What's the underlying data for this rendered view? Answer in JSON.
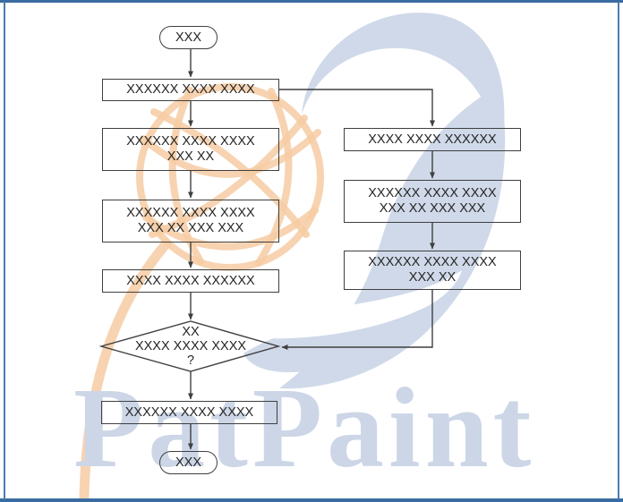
{
  "brand": {
    "watermark_text": "PatPaint"
  },
  "flowchart": {
    "start": {
      "label": "XXX"
    },
    "left_process_1": {
      "lines": [
        "XXXXXX XXXX XXXX"
      ]
    },
    "left_process_2": {
      "lines": [
        "XXXXXX XXXX XXXX",
        "XXX XX"
      ]
    },
    "left_process_3": {
      "lines": [
        "XXXXXX XXXX XXXX",
        "XXX XX XXX XXX"
      ]
    },
    "left_process_4": {
      "lines": [
        "XXXX XXXX XXXXXX"
      ]
    },
    "decision": {
      "lines": [
        "XX",
        "XXXX XXXX XXXX",
        "?"
      ]
    },
    "final_process": {
      "lines": [
        "XXXXXX XXXX XXXX"
      ]
    },
    "end": {
      "label": "XXX"
    },
    "right_process_1": {
      "lines": [
        "XXXX XXXX XXXXXX"
      ]
    },
    "right_process_2": {
      "lines": [
        "XXXXXX XXXX XXXX",
        "XXX XX XXX XXX"
      ]
    },
    "right_process_3": {
      "lines": [
        "XXXXXX XXXX XXXX",
        "XXX XX"
      ]
    }
  },
  "colors": {
    "frame_blue": "#3a6ca3",
    "frame_blue_light": "#4c7cb2",
    "node_stroke": "#3f3f3f",
    "node_text": "#262626",
    "watermark_orange": "#f6cba3",
    "watermark_blue": "#cfd9e9",
    "watermark_text_blue": "#ccd6e7"
  }
}
